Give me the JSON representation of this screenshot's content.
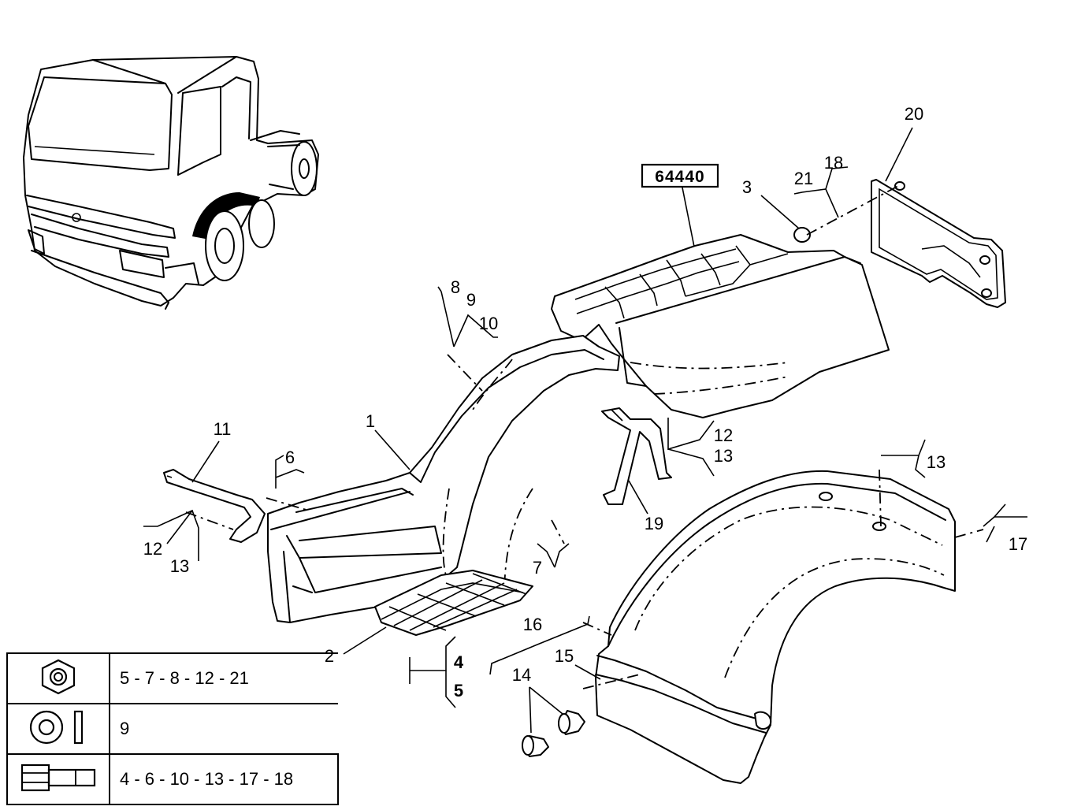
{
  "reference_box": "64440",
  "callouts": {
    "c1": "1",
    "c2": "2",
    "c3": "3",
    "c4": "4",
    "c5": "5",
    "c6": "6",
    "c7": "7",
    "c8": "8",
    "c9": "9",
    "c10": "10",
    "c11": "11",
    "c12a": "12",
    "c13a": "13",
    "c12b": "12",
    "c13b": "13",
    "c13c": "13",
    "c14": "14",
    "c15": "15",
    "c16": "16",
    "c17": "17",
    "c18": "18",
    "c19": "19",
    "c20": "20",
    "c21": "21"
  },
  "legend": [
    {
      "icon": "hex-nut-icon",
      "parts": "5 - 7 - 8 - 12 - 21"
    },
    {
      "icon": "washer-icon",
      "parts": "9"
    },
    {
      "icon": "bolt-icon",
      "parts": "4 - 6 - 10 - 13 - 17 - 18"
    }
  ]
}
